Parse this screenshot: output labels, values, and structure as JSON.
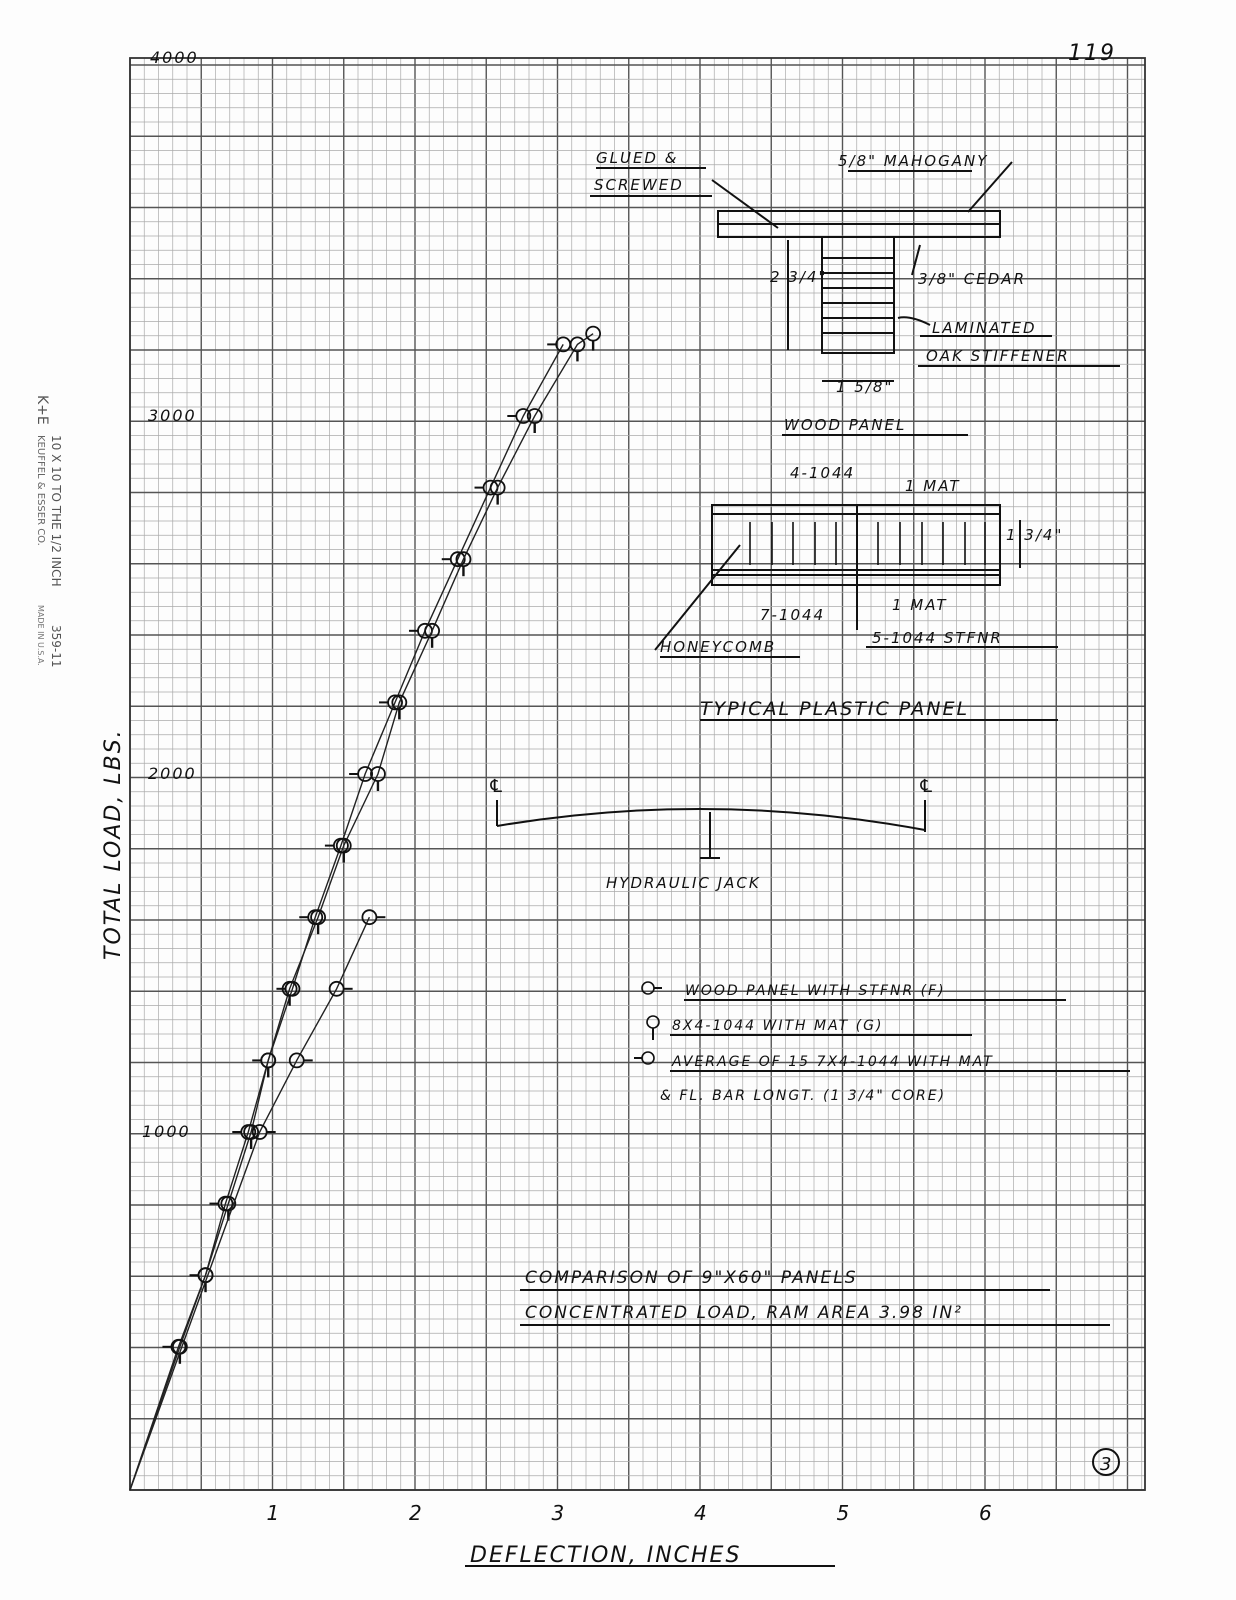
{
  "page_number": "119",
  "sheet_mark": "3",
  "margin_imprint": {
    "logo": "K+E",
    "maker": "KEUFFEL & ESSER CO.",
    "ruling": "10 X 10 TO THE 1/2 INCH",
    "catalog": "359-11",
    "origin": "MADE IN U.S.A."
  },
  "chart_data": {
    "type": "line",
    "title": "COMPARISON OF 9\"X60\" PANELS",
    "subtitle": "CONCENTRATED LOAD, RAM AREA 3.98 IN²",
    "xlabel": "DEFLECTION, INCHES",
    "ylabel": "TOTAL LOAD, LBS.",
    "xlim": [
      0,
      7
    ],
    "ylim": [
      0,
      4000
    ],
    "x_ticks": [
      "1",
      "2",
      "3",
      "4",
      "5",
      "6"
    ],
    "x_tick_values": [
      1,
      2,
      3,
      4,
      5,
      6
    ],
    "y_ticks": [
      "1000",
      "2000",
      "3000",
      "4000"
    ],
    "y_tick_values": [
      1000,
      2000,
      3000,
      4000
    ],
    "grid": true,
    "legend_position": "center-right",
    "series": [
      {
        "name": "WOOD PANEL WITH STFNR (F)",
        "marker": "circle-dash-right",
        "x": [
          0,
          0.34,
          0.53,
          0.67,
          0.83,
          0.97,
          1.14,
          1.3,
          1.48,
          1.65,
          1.86,
          2.07,
          2.3,
          2.53,
          2.76,
          3.04
        ],
        "y": [
          0,
          400,
          600,
          800,
          1000,
          1200,
          1400,
          1600,
          1800,
          2000,
          2200,
          2400,
          2600,
          2800,
          3000,
          3200
        ]
      },
      {
        "name": "8X4-1044 WITH MAT (G)",
        "marker": "circle-tick-down",
        "x": [
          0,
          0.35,
          0.53,
          0.69,
          0.85,
          0.97,
          1.12,
          1.32,
          1.5,
          1.74,
          1.89,
          2.12,
          2.34,
          2.58,
          2.84,
          3.14,
          3.25
        ],
        "y": [
          0,
          400,
          600,
          800,
          1000,
          1200,
          1400,
          1600,
          1800,
          2000,
          2200,
          2400,
          2600,
          2800,
          3000,
          3200,
          3230
        ]
      },
      {
        "name": "AVERAGE OF 15 7X4-1044 WITH MAT & FL. BAR LONGT. (1 3/4\" CORE)",
        "marker": "circle-dash-left",
        "x": [
          0,
          0.91,
          1.17,
          1.45,
          1.68
        ],
        "y": [
          0,
          1000,
          1200,
          1400,
          1600
        ]
      }
    ],
    "legend": [
      "WOOD PANEL WITH STFNR (F)",
      "8X4-1044 WITH MAT (G)",
      "AVERAGE OF 15 7X4-1044 WITH MAT",
      "& FL. BAR LONGT. (1 3/4\" CORE)"
    ]
  },
  "wood_panel_diagram": {
    "title": "WOOD PANEL",
    "labels": [
      "GLUED &",
      "SCREWED",
      "5/8\" MAHOGANY",
      "3/8\" CEDAR",
      "2 3/4\"",
      "LAMINATED",
      "OAK STIFFENER",
      "1 5/8\""
    ]
  },
  "plastic_panel_diagram": {
    "title": "TYPICAL PLASTIC PANEL",
    "labels": [
      "4-1044",
      "1 MAT",
      "1 3/4\"",
      "7-1044",
      "1 MAT",
      "HONEYCOMB",
      "5-1044 STFNR"
    ]
  },
  "jack_diagram": {
    "label": "HYDRAULIC JACK",
    "centerline_left": "℄",
    "centerline_right": "℄"
  }
}
